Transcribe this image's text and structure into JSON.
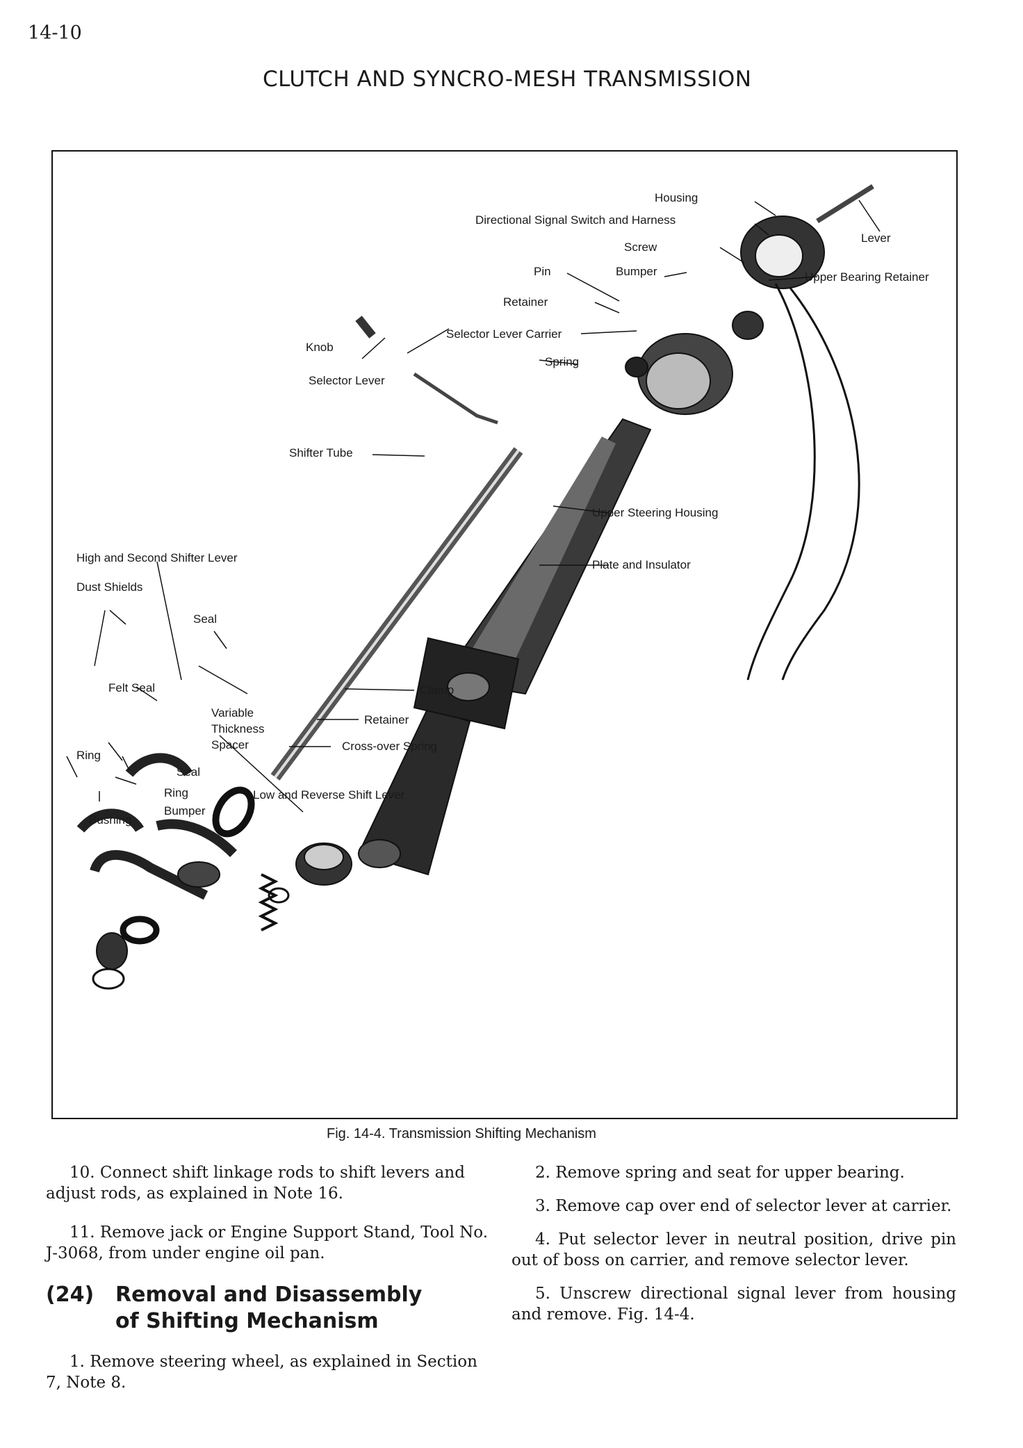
{
  "page": {
    "number": "14-10",
    "header": "CLUTCH AND SYNCRO-MESH TRANSMISSION"
  },
  "figure": {
    "caption": "Fig. 14-4.  Transmission Shifting Mechanism",
    "labels": {
      "housing": "Housing",
      "signal_switch": "Directional Signal Switch and Harness",
      "lever": "Lever",
      "screw": "Screw",
      "pin": "Pin",
      "bumper_top": "Bumper",
      "upper_bearing_retainer": "Upper Bearing Retainer",
      "retainer_top": "Retainer",
      "knob": "Knob",
      "selector_lever_carrier": "Selector Lever Carrier",
      "spring": "Spring",
      "selector_lever": "Selector Lever",
      "shifter_tube": "Shifter Tube",
      "upper_steering_housing": "Upper Steering Housing",
      "high_second_lever": "High and Second Shifter Lever",
      "plate_insulator": "Plate and Insulator",
      "dust_shields": "Dust Shields",
      "seal_top": "Seal",
      "felt_seal": "Felt Seal",
      "clamp": "Clamp",
      "variable": "Variable",
      "thickness": "Thickness",
      "spacer": "Spacer",
      "retainer_bottom": "Retainer",
      "crossover_spring": "Cross-over Spring",
      "ring_left": "Ring",
      "seal_bottom": "Seal",
      "ring_bottom": "Ring",
      "bumper_bottom": "Bumper",
      "bushing": "Bushing",
      "low_reverse_lever": "Low and Reverse Shift Lever"
    }
  },
  "left_column": {
    "para10": "10. Connect shift linkage rods to shift levers and adjust rods, as explained in Note 16.",
    "para11": "11. Remove jack or Engine Support Stand, Tool No. J-3068, from under engine oil pan.",
    "section_number": "(24)",
    "section_title_1": "Removal and Disassembly",
    "section_title_2": "of Shifting Mechanism",
    "para1": "1. Remove steering wheel, as explained in Section 7, Note 8."
  },
  "right_column": {
    "para2": "2. Remove spring and seat for upper bearing.",
    "para3": "3. Remove cap over end of selector lever at carrier.",
    "para4": "4. Put selector lever in neutral position, drive pin out of boss on carrier, and remove selector lever.",
    "para5": "5. Unscrew directional signal lever from housing and remove. Fig. 14-4."
  }
}
